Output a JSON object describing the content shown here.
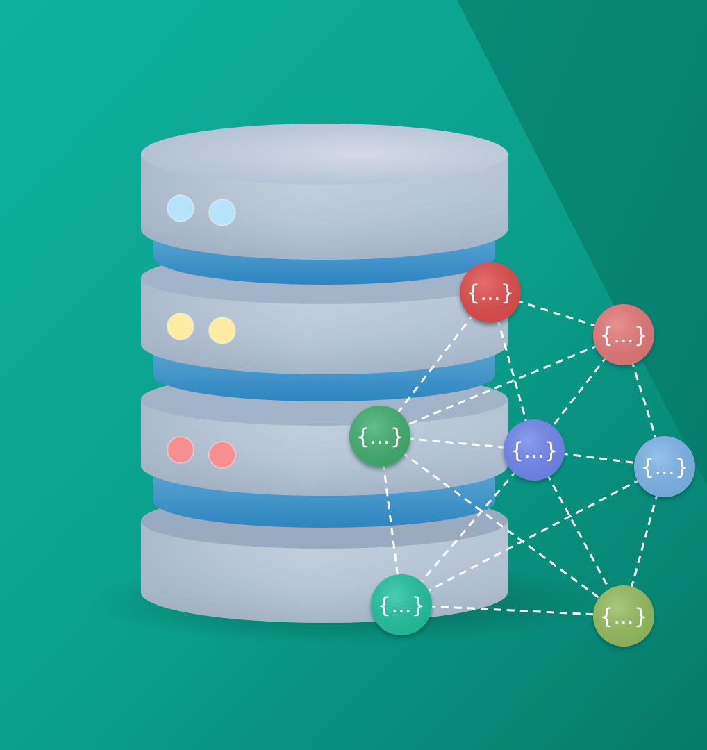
{
  "scene": {
    "background_colors": [
      "#0db29f",
      "#079480",
      "#067a6a"
    ],
    "database": {
      "body_color": "#b9c8d8",
      "ring_color": "#3a92c9",
      "tiers": [
        {
          "indicator_color": "#b8e4fb"
        },
        {
          "indicator_color": "#fbeca2"
        },
        {
          "indicator_color": "#f68f90"
        }
      ]
    },
    "network": {
      "node_label": "{...}",
      "nodes": [
        {
          "name": "red-node",
          "color": "#e24e4e"
        },
        {
          "name": "salmon-node",
          "color": "#e57a79"
        },
        {
          "name": "green-node",
          "color": "#42b070"
        },
        {
          "name": "periwinkle-node",
          "color": "#7188ee"
        },
        {
          "name": "light-blue-node",
          "color": "#7fb6ea"
        },
        {
          "name": "teal-node",
          "color": "#23c39f"
        },
        {
          "name": "olive-node",
          "color": "#98bd5e"
        }
      ],
      "links": [
        [
          "red-node",
          "salmon-node"
        ],
        [
          "red-node",
          "green-node"
        ],
        [
          "red-node",
          "periwinkle-node"
        ],
        [
          "salmon-node",
          "green-node"
        ],
        [
          "salmon-node",
          "periwinkle-node"
        ],
        [
          "salmon-node",
          "light-blue-node"
        ],
        [
          "green-node",
          "periwinkle-node"
        ],
        [
          "green-node",
          "teal-node"
        ],
        [
          "green-node",
          "olive-node"
        ],
        [
          "periwinkle-node",
          "light-blue-node"
        ],
        [
          "periwinkle-node",
          "teal-node"
        ],
        [
          "periwinkle-node",
          "olive-node"
        ],
        [
          "light-blue-node",
          "teal-node"
        ],
        [
          "light-blue-node",
          "olive-node"
        ],
        [
          "teal-node",
          "olive-node"
        ]
      ],
      "link_color": "#ffffff"
    }
  }
}
